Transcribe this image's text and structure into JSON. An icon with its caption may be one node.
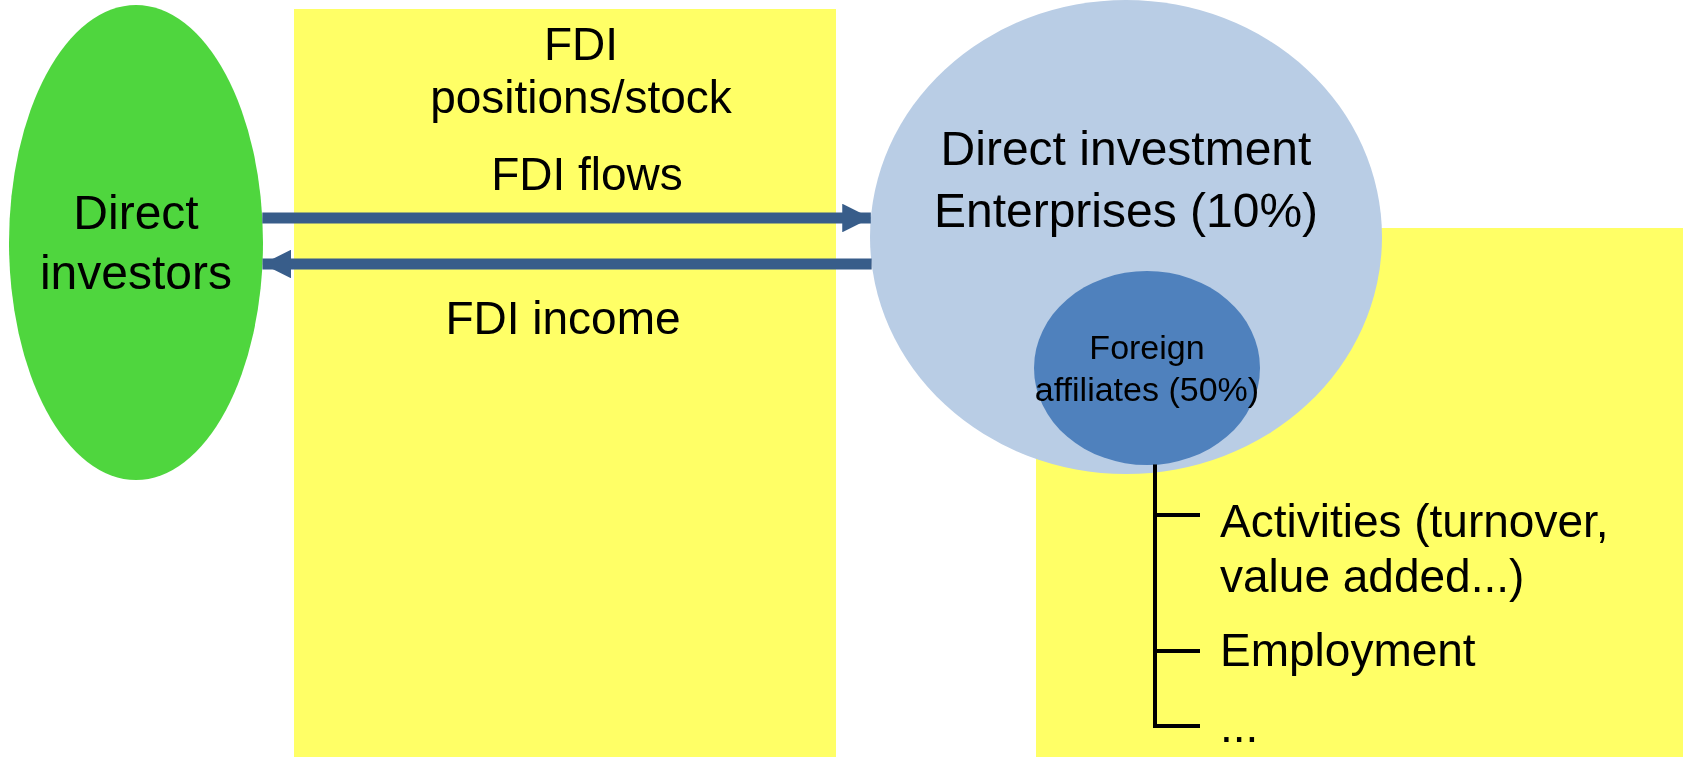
{
  "diagram": {
    "nodes": [
      {
        "text": [
          "Direct investors"
        ]
      },
      {
        "text": [
          "Direct investment Enterprises (10%)"
        ]
      },
      {
        "text": [
          "Foreign affiliates (50%)"
        ],
        "in": 1
      },
      {
        "text": [
          "Activities (turnover, value added...)"
        ]
      },
      {
        "text": [
          "Employment"
        ]
      },
      {
        "text": [
          "..."
        ]
      }
    ],
    "edges": [
      {
        "from": 0,
        "to": 1,
        "arrow": "to",
        "label": "FDI flows",
        "style": "thick",
        "color": "#385d8a"
      },
      {
        "from": 1,
        "to": 0,
        "arrow": "to",
        "label": "FDI income",
        "style": "thick",
        "color": "#385d8a"
      },
      {
        "from": 2,
        "to": 3,
        "arrow": "none"
      },
      {
        "from": 2,
        "to": 4,
        "arrow": "none"
      },
      {
        "from": 2,
        "to": 5,
        "arrow": "none"
      }
    ],
    "labels": [
      "FDI positions/stock"
    ]
  }
}
